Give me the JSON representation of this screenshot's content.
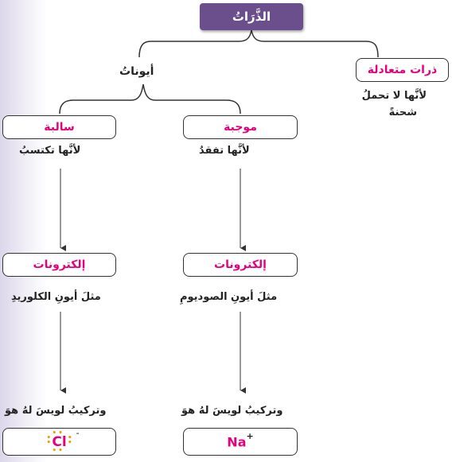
{
  "title": "الذَّرَاتُ",
  "neutral": {
    "label": "ذرات متعادلة",
    "reason_line1": "لأنَّها لا تحملُ",
    "reason_line2": "شحنةً"
  },
  "ions": {
    "label": "أيوناتُ"
  },
  "positive": {
    "label": "موجبة",
    "reason": "لأنَّها تفقدُ",
    "electrons_label": "إلكترونات",
    "example": "مثلَ أيونِ الصوديومِ",
    "lewis_text": "وتركيبُ لويسَ لهُ هوَ",
    "formula_symbol": "Na",
    "formula_charge": "+"
  },
  "negative": {
    "label": "سالبة",
    "reason": "لأنَّها تكتسبُ",
    "electrons_label": "إلكترونات",
    "example": "مثلَ أيونِ الكلوريدِ",
    "lewis_text": "وتركيبُ لويسَ لهُ هوَ",
    "formula_symbol": "Cl",
    "formula_charge": "-"
  },
  "colors": {
    "accent": "#e6007e",
    "title_bg": "#6b4f8c"
  }
}
